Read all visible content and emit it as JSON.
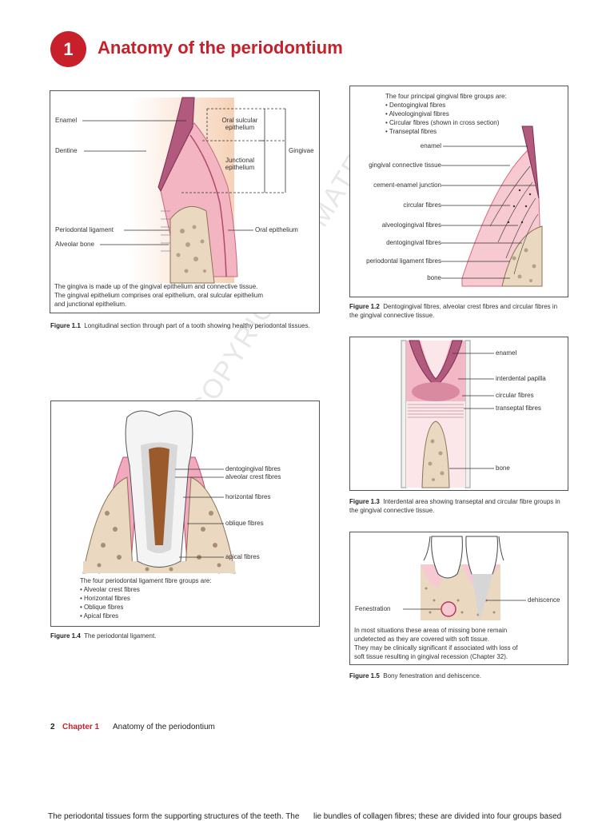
{
  "header": {
    "chapter_number": "1",
    "title": "Anatomy of the periodontium"
  },
  "fig1_1": {
    "labels": {
      "enamel": "Enamel",
      "dentine": "Dentine",
      "oral_sulcular": [
        "Oral sulcular",
        "epithelium"
      ],
      "junctional": [
        "Junctional",
        "epithelium"
      ],
      "gingivae": "Gingivae",
      "periodontal_ligament": "Periodontal ligament",
      "alveolar_bone": "Alveolar bone",
      "oral_epithelium": "Oral epithelium"
    },
    "note": [
      "The gingiva is made up of the gingival epithelium and connective tissue.",
      "The gingival epithelium comprises oral epithelium, oral sulcular epithelium",
      "and junctional epithelium."
    ],
    "caption_num": "Figure 1.1",
    "caption_text": "Longitudinal section through part of a tooth showing healthy periodontal tissues."
  },
  "fig1_2": {
    "intro": "The four principal gingival fibre groups are:",
    "groups": [
      "Dentogingival fibres",
      "Alveologingival fibres",
      "Circular fibres (shown in cross section)",
      "Transeptal fibres"
    ],
    "labels": {
      "enamel": "enamel",
      "gingival_ct": "gingival connective tissue",
      "cej": "cement-enamel junction",
      "circular": "circular fibres",
      "alveologingival": "alveologingival fibres",
      "dentogingival": "dentogingival fibres",
      "pdl": "periodontal ligament fibres",
      "bone": "bone"
    },
    "caption_num": "Figure 1.2",
    "caption_text": "Dentogingival fibres, alveolar crest fibres and circular fibres in the gingival connective tissue."
  },
  "fig1_3": {
    "labels": {
      "enamel": "enamel",
      "papilla": "interdental papilla",
      "circular": "circular fibres",
      "transeptal": "transeptal fibres",
      "bone": "bone"
    },
    "caption_num": "Figure 1.3",
    "caption_text": "Interdental area showing transeptal and circular fibre groups in the gingival connective tissue."
  },
  "fig1_4": {
    "labels": {
      "dentogingival": "dentogingival fibres",
      "alveolar_crest": "alveolar crest fibres",
      "horizontal": "horizontal fibres",
      "oblique": "oblique fibres",
      "apical": "apical fibres"
    },
    "intro": "The four periodontal ligament fibre groups are:",
    "groups": [
      "Alveolar crest fibres",
      "Horizontal fibres",
      "Oblique fibres",
      "Apical fibres"
    ],
    "caption_num": "Figure 1.4",
    "caption_text": "The periodontal ligament."
  },
  "fig1_5": {
    "labels": {
      "fenestration": "Fenestration",
      "dehiscence": "dehiscence"
    },
    "note": [
      "In most situations these areas of missing bone remain",
      "undetected as they are covered with soft tissue.",
      "They may be clinically significant if associated with loss of",
      "soft tissue resulting in gingival recession (Chapter 32)."
    ],
    "caption_num": "Figure 1.5",
    "caption_text": "Bony fenestration and dehiscence."
  },
  "watermark": "COPYRIGHTED MATERIAL",
  "footer": {
    "page": "2",
    "chapter": "Chapter 1",
    "title": "Anatomy of the periodontium"
  },
  "bottom_text": {
    "left": "The periodontal tissues form the supporting structures of the teeth. The",
    "right": "lie bundles of collagen fibres; these are divided into four groups based"
  }
}
